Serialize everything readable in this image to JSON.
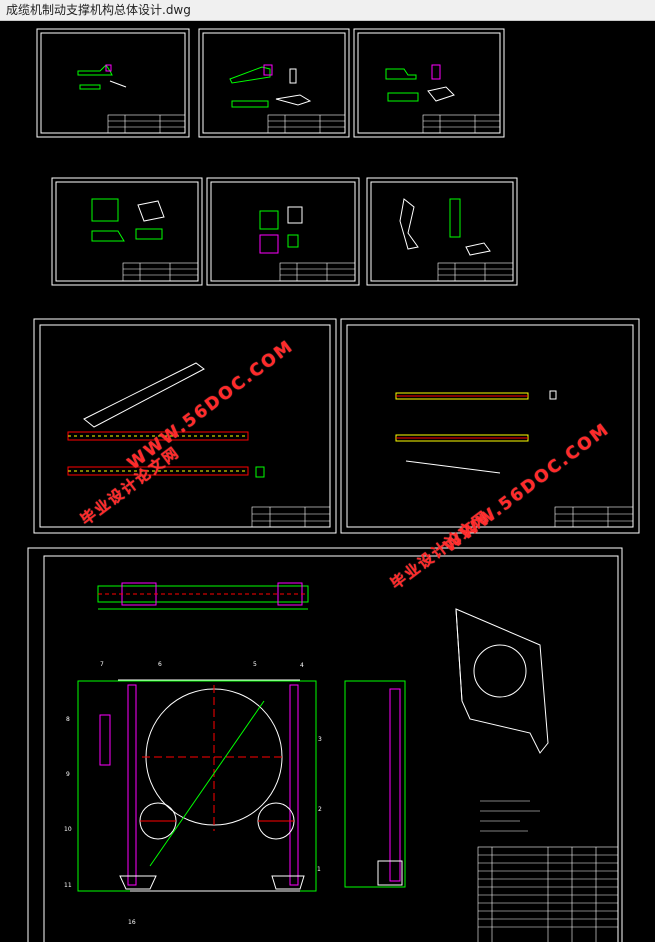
{
  "window": {
    "title": "成缆机制动支撑机构总体设计.dwg"
  },
  "watermarks": {
    "site": "WWW.56DOC.COM",
    "cn": "毕业设计论文网"
  },
  "colors": {
    "frame": "#ffffff",
    "part": "#00ff00",
    "highlight": "#ff00ff",
    "centerline": "#ff0000",
    "accent": "#ffff00"
  },
  "drawing": {
    "callouts": [
      "1",
      "2",
      "3",
      "4",
      "5",
      "6",
      "7",
      "8",
      "9",
      "10",
      "11",
      "16"
    ]
  }
}
